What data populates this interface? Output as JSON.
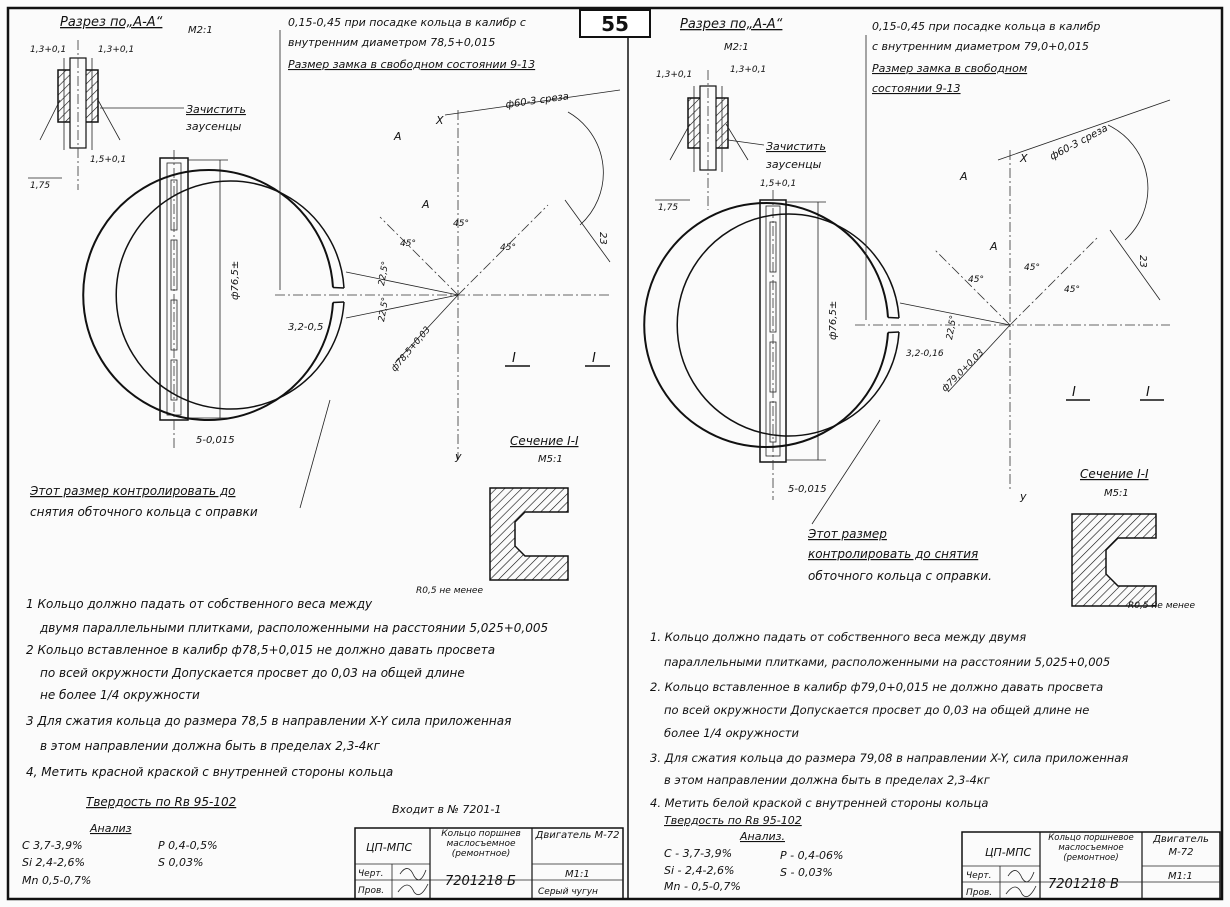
{
  "page_number": "55",
  "left": {
    "section_title": "Разрез по„А-А“",
    "section_scale": "M2:1",
    "dim_w1": "1,3+0,1",
    "dim_w2": "1,3+0,1",
    "deburr_1": "Зачистить",
    "deburr_2": "заусенцы",
    "dim_15": "1,5+0,1",
    "dim_175": "1,75",
    "gap_note_1": "0,15-0,45 при посадке кольца в калибр с",
    "gap_note_2": "внутренним диаметром 78,5+0,015",
    "lock_note": "Размер замка в свободном состоянии 9-13",
    "cut_label": "ф60-3 среза",
    "axis_x": "X",
    "axis_y": "y",
    "mark_a1": "А",
    "mark_a2": "А",
    "ang_45a": "45°",
    "ang_45b": "45°",
    "ang_45c": "45°",
    "ang_225a": "22,5°",
    "ang_225b": "22,5°",
    "dim_23": "23",
    "dim_lock": "3,2-0,5",
    "dim_diam": "ф78,5+0,03",
    "dim_width": "ф76,5±",
    "dim_thick": "5-0,015",
    "roman_1": "I",
    "roman_2": "I",
    "section_ii": "Сечение I-I",
    "section_ii_scale": "M5:1",
    "control_note_1": "Этот размер контролировать до",
    "control_note_2": "снятия обточного кольца с оправки",
    "chamfer": "R0,5 не менее",
    "notes": [
      "1 Кольцо должно падать от собственного веса между",
      "двумя параллельными плитками, расположенными на расстоянии 5,025+0,005",
      "2 Кольцо вставленное в калибр ф78,5+0,015 не должно давать просвета",
      "по всей окружности Допускается просвет до 0,03 на общей длине",
      "не более 1/4 окружности",
      "3 Для сжатия кольца до размера 78,5 в направлении X-Y сила приложенная",
      "в этом направлении должна быть в пределах 2,3-4кг",
      "4, Метить красной краской с внутренней стороны кольца"
    ],
    "hardness": "Твердость по Rв 95-102",
    "part_of": "Входит в № 7201-1",
    "analysis_title": "Анализ",
    "analysis": [
      "С 3,7-3,9%",
      "Р 0,4-0,5%",
      "Si 2,4-2,6%",
      "S 0,03%",
      "Mn 0,5-0,7%"
    ],
    "tb_org": "ЦП-МПС",
    "tb_name": "Кольцо поршнев маслосъемное (ремонтное)",
    "tb_engine": "Двигатель М-72",
    "tb_drawn": "Черт.",
    "tb_checked": "Пров.",
    "tb_number": "7201218 Б",
    "tb_scale": "М1:1",
    "tb_material": "Серый чугун"
  },
  "right": {
    "section_title": "Разрез по„А-А“",
    "section_scale": "M2:1",
    "dim_w1": "1,3+0,1",
    "dim_w2": "1,3+0,1",
    "deburr_1": "Зачистить",
    "deburr_2": "заусенцы",
    "dim_15": "1,5+0,1",
    "dim_175": "1,75",
    "gap_note_1": "0,15-0,45 при посадке кольца в калибр",
    "gap_note_2": "с внутренним диаметром 79,0+0,015",
    "lock_note_1": "Размер замка в свободном",
    "lock_note_2": "состоянии 9-13",
    "cut_label": "ф60-3 среза",
    "axis_x": "X",
    "axis_y": "y",
    "mark_a1": "А",
    "mark_a2": "А",
    "ang_45a": "45°",
    "ang_45b": "45°",
    "ang_45c": "45°",
    "ang_225": "22,5°",
    "dim_23": "23",
    "dim_lock": "3,2-0,16",
    "dim_diam": "ф79,0+0,03",
    "dim_width": "ф76,5±",
    "dim_thick": "5-0,015",
    "roman_1": "I",
    "roman_2": "I",
    "section_ii": "Сечение I-I",
    "section_ii_scale": "M5:1",
    "control_note_1": "Этот размер",
    "control_note_2": "контролировать до снятия",
    "control_note_3": "обточного кольца с оправки.",
    "chamfer": "R0,5 не менее",
    "notes": [
      "1. Кольцо должно падать от собственного веса между двумя",
      "параллельными плитками, расположенными на расстоянии 5,025+0,005",
      "2. Кольцо вставленное в калибр ф79,0+0,015 не должно давать просвета",
      "по всей окружности Допускается просвет до 0,03 на общей длине не",
      "более 1/4 окружности",
      "3. Для сжатия кольца до размера 79,08 в направлении X-Y, сила приложенная",
      "в этом направлении должна быть в пределах 2,3-4кг",
      "4. Метить белой краской с внутренней стороны кольца"
    ],
    "hardness": "Твердость по Rв 95-102",
    "analysis_title": "Анализ.",
    "analysis": [
      "С - 3,7-3,9%",
      "Р - 0,4-06%",
      "Si - 2,4-2,6%",
      "S - 0,03%",
      "Mn - 0,5-0,7%"
    ],
    "tb_org": "ЦП-МПС",
    "tb_name": "Кольцо поршневое маслосъемное (ремонтное)",
    "tb_engine": "Двигатель М-72",
    "tb_drawn": "Черт.",
    "tb_checked": "Пров.",
    "tb_number": "7201218 В",
    "tb_scale": "М1:1"
  }
}
